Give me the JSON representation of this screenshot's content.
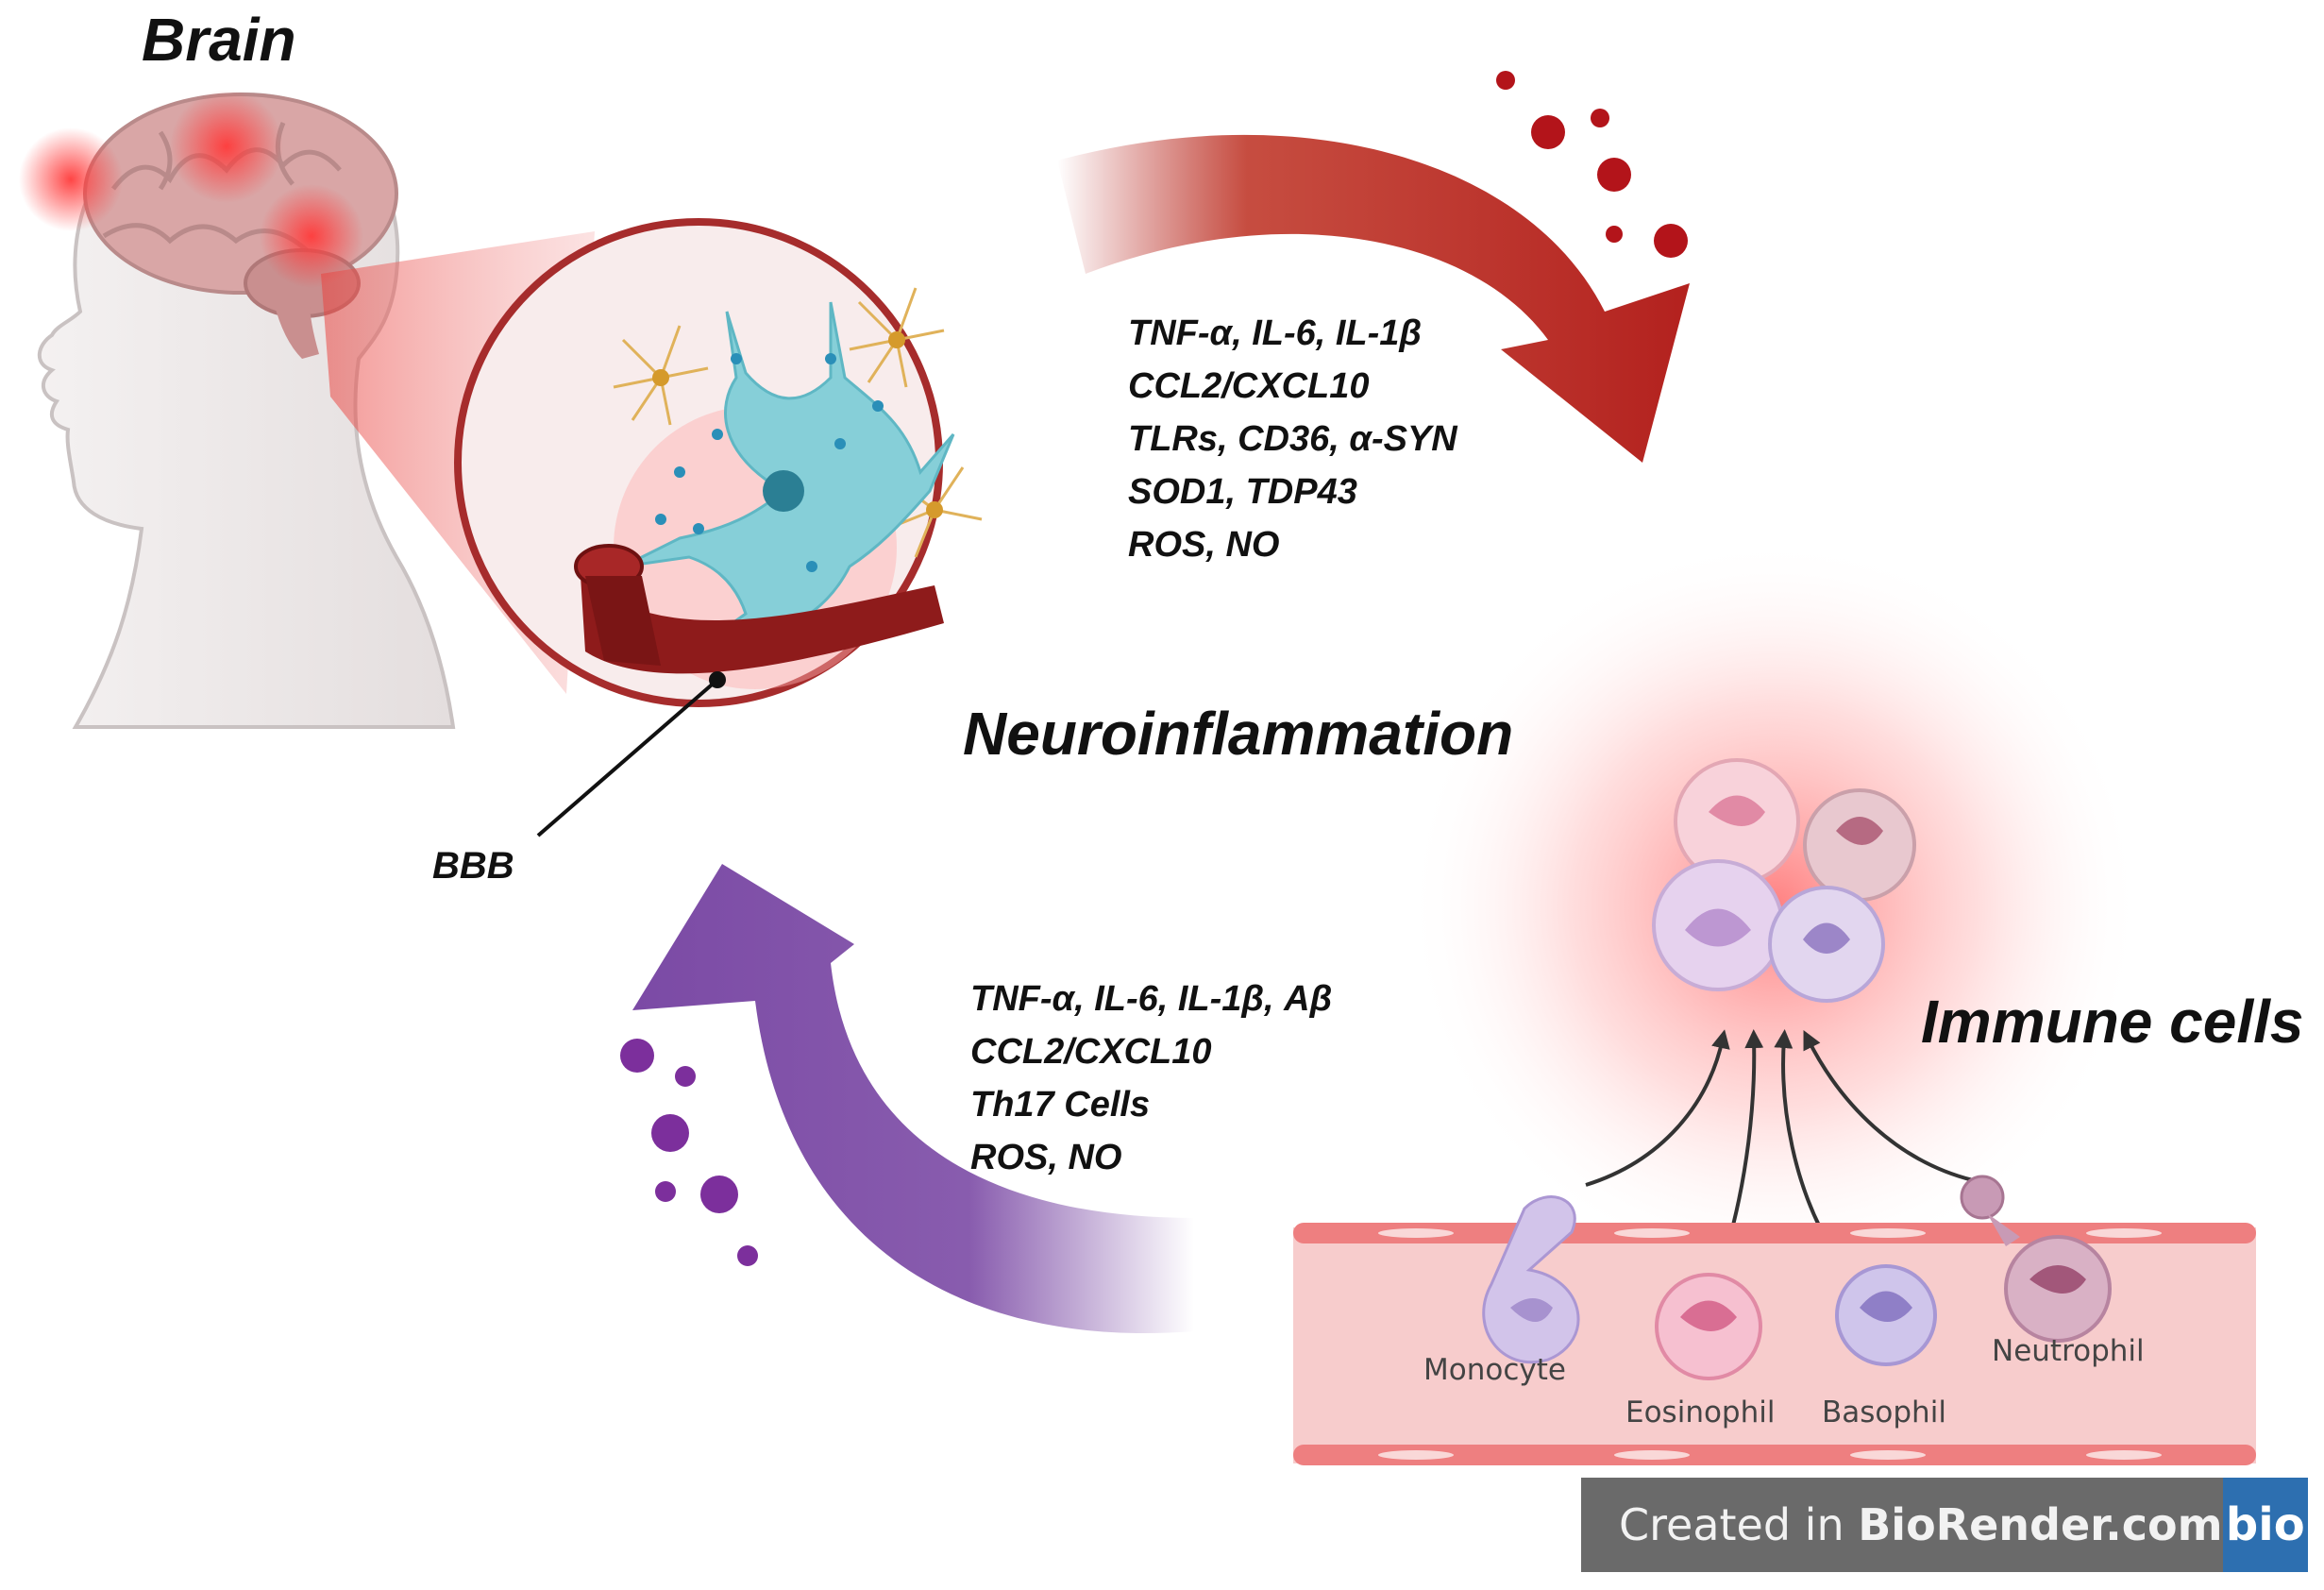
{
  "labels": {
    "brain": "Brain",
    "neuroinflammation": "Neuroinflammation",
    "bbb": "BBB",
    "immune_cells": "Immune cells"
  },
  "top_arrow_items": [
    "TNF-α, IL-6, IL-1β",
    "CCL2/CXCL10",
    "TLRs, CD36, α-SYN",
    "SOD1, TDP43",
    "ROS, NO"
  ],
  "bottom_arrow_items": [
    "TNF-α, IL-6, IL-1β, Aβ",
    "CCL2/CXCL10",
    "Th17 Cells",
    "ROS, NO"
  ],
  "cells": {
    "monocyte": "Monocyte",
    "eosinophil": "Eosinophil",
    "basophil": "Basophil",
    "neutrophil": "Neutrophil"
  },
  "badge": {
    "prefix": "Created in ",
    "brand": "BioRender.com",
    "logo": "bio"
  },
  "colors": {
    "red_arrow": "#b3211e",
    "purple_arrow": "#7b4aa5",
    "vessel": "#f6c8c8",
    "neuron": "#86cfd8"
  }
}
